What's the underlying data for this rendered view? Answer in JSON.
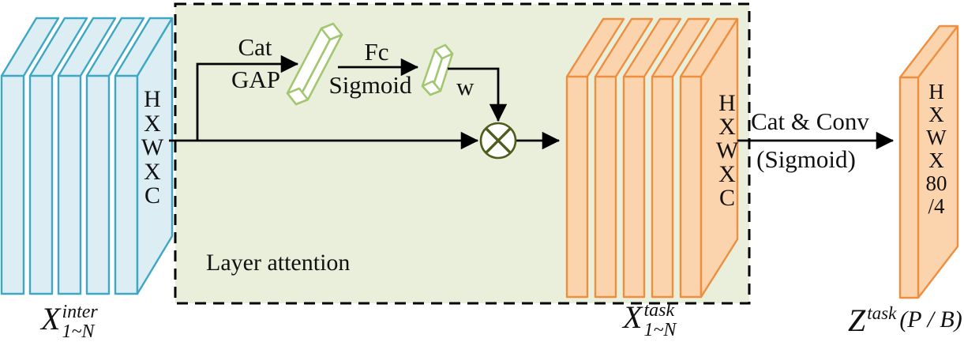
{
  "figure": {
    "module_label": "Layer attention",
    "operations": {
      "cat": "Cat",
      "gap": "GAP",
      "fc": "Fc",
      "sigmoid": "Sigmoid",
      "weight_label": "w",
      "cat_conv": "Cat & Conv",
      "cat_conv_sigmoid": "(Sigmoid)"
    },
    "tensors": {
      "input": {
        "base": "X",
        "sup": "inter",
        "sub": "1~N",
        "dims": "H\nX\nW\nX\nC"
      },
      "task": {
        "base": "X",
        "sup": "task",
        "sub": "1~N",
        "dims": "H\nX\nW\nX\nC"
      },
      "output": {
        "base": "Z",
        "sup": "task",
        "suffix": "(P / B)",
        "dims": "H\nX\nW\nX\n80\n/4"
      }
    },
    "colors": {
      "attention_box_fill": "#e9efdb",
      "attention_box_border": "#000000",
      "input_slab_fill": "#dcedf3",
      "input_slab_stroke": "#3da7c5",
      "task_slab_fill": "#fbd3ac",
      "task_slab_stroke": "#ee8e3e",
      "vector_bar_stroke": "#a3c771",
      "multiply_node_stroke": "#4e5c1e",
      "flow_line": "#000000"
    }
  }
}
